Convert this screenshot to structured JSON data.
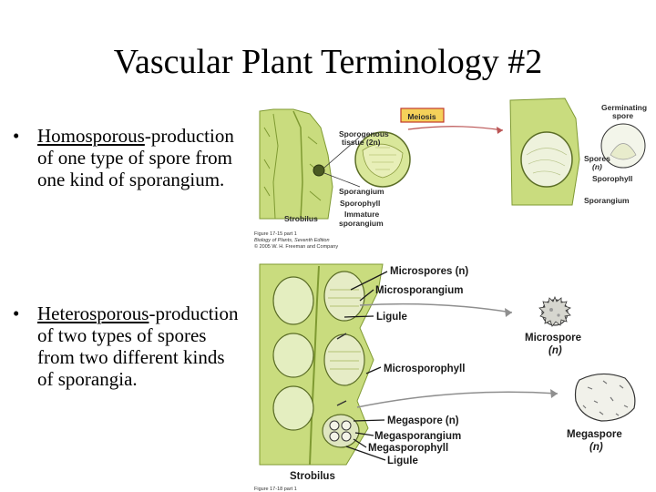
{
  "slide": {
    "title": "Vascular Plant Terminology #2",
    "bullets": [
      {
        "marker": "•",
        "term": "Homosporous",
        "rest": "-production of one type of spore from one kind of sporangium."
      },
      {
        "marker": "•",
        "term": "Heterosporous",
        "rest": "-production of two types of spores from two different kinds of sporangia."
      }
    ]
  },
  "figure_top": {
    "labels": {
      "sporogenous": "Sporogenous",
      "tissue": "tissue (2n)",
      "sporangium": "Sporangium",
      "sporophyll": "Sporophyll",
      "immature1": "Immature",
      "immature2": "sporangium",
      "strobilus": "Strobilus",
      "meiosis": "Meiosis",
      "germinating1": "Germinating",
      "germinating2": "spore",
      "spores": "Spores",
      "spores_n": "(n)",
      "sporophyll_r": "Sporophyll",
      "sporangium_r": "Sporangium"
    },
    "caption": [
      "Figure 17-15 part 1",
      "Biology of Plants, Seventh Edition",
      "© 2005 W. H. Freeman and Company"
    ]
  },
  "figure_bottom": {
    "labels": {
      "microspores": "Microspores (n)",
      "microsporangium": "Microsporangium",
      "ligule": "Ligule",
      "microsporophyll": "Microsporophyll",
      "megaspore_n": "Megaspore (n)",
      "megasporangium": "Megasporangium",
      "megasporophyll": "Megasporophyll",
      "ligule2": "Ligule",
      "strobilus": "Strobilus",
      "microspore1": "Microspore",
      "microspore2": "(n)",
      "megaspore1": "Megaspore",
      "megaspore2": "(n)"
    },
    "caption": "Figure 17-18 part 1"
  },
  "colors": {
    "plant_green": "#c9dc7e",
    "dark_green": "#7f9a32",
    "meiosis_box": "#f5d15a",
    "meiosis_border": "#c0392b"
  }
}
